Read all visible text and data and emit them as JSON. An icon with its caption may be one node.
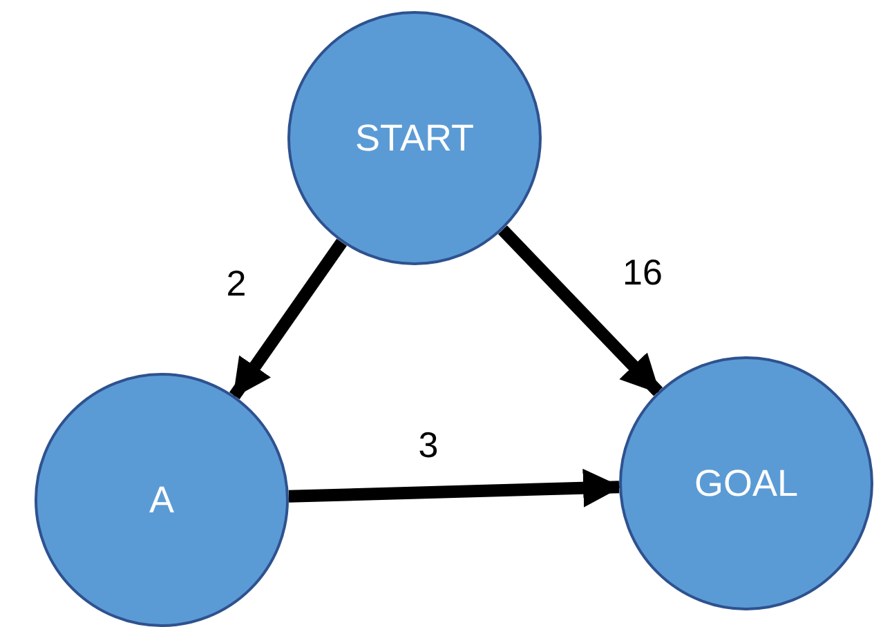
{
  "diagram": {
    "nodes": [
      {
        "text": [
          "START"
        ]
      },
      {
        "text": [
          "A"
        ]
      },
      {
        "text": [
          "GOAL"
        ]
      }
    ],
    "edges": [
      {
        "from": 0,
        "to": 1,
        "arrow": "to",
        "label": "2"
      },
      {
        "from": 0,
        "to": 2,
        "arrow": "to",
        "label": "16"
      },
      {
        "from": 1,
        "to": 2,
        "arrow": "to",
        "label": "3"
      }
    ]
  }
}
